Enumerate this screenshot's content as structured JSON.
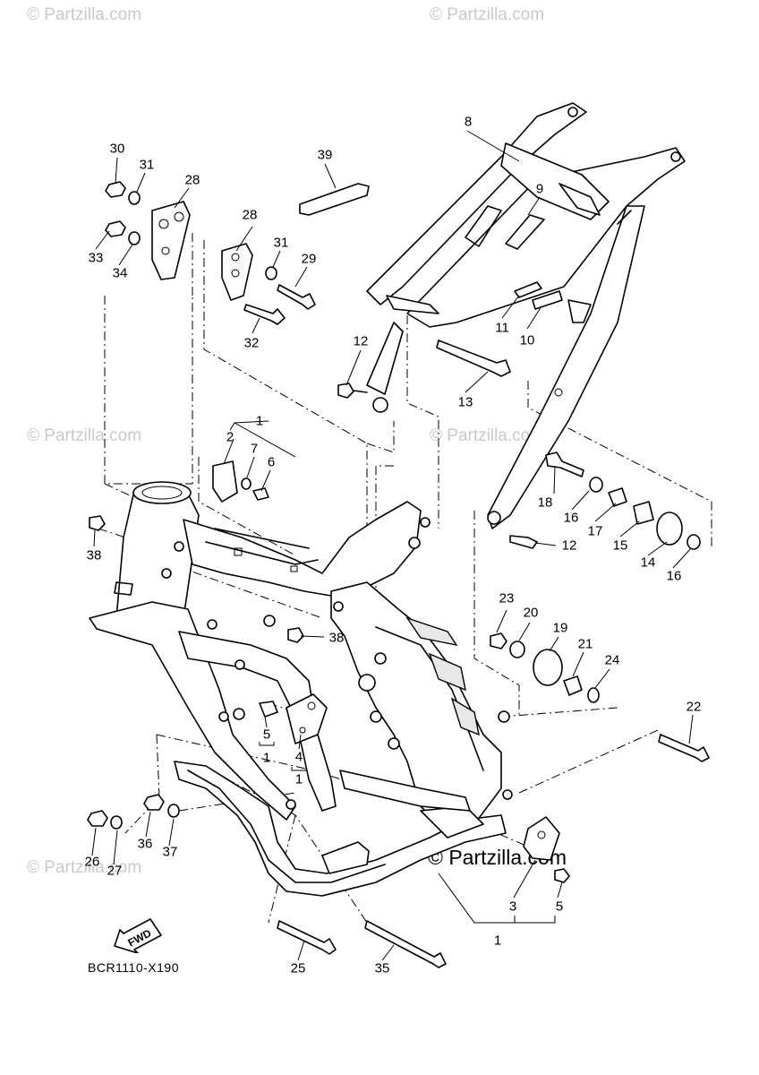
{
  "watermarks": {
    "small": "© Partzilla.com",
    "main": "© Partzilla.com"
  },
  "diagram_code": "BCR1110-X190",
  "fwd_label": "FWD",
  "callouts": {
    "c1a": "1",
    "c1b": "1",
    "c1c": "1",
    "c1d": "1",
    "c2": "2",
    "c3": "3",
    "c4": "4",
    "c5a": "5",
    "c5b": "5",
    "c6": "6",
    "c7": "7",
    "c8": "8",
    "c9": "9",
    "c10": "10",
    "c11": "11",
    "c12a": "12",
    "c12b": "12",
    "c13": "13",
    "c14": "14",
    "c15": "15",
    "c16a": "16",
    "c16b": "16",
    "c17": "17",
    "c18": "18",
    "c19": "19",
    "c20": "20",
    "c21": "21",
    "c22": "22",
    "c23": "23",
    "c24": "24",
    "c25": "25",
    "c26": "26",
    "c27": "27",
    "c28a": "28",
    "c28b": "28",
    "c29": "29",
    "c30": "30",
    "c31a": "31",
    "c31b": "31",
    "c32": "32",
    "c33": "33",
    "c34": "34",
    "c35": "35",
    "c36": "36",
    "c37": "37",
    "c38a": "38",
    "c38b": "38",
    "c39": "39"
  }
}
